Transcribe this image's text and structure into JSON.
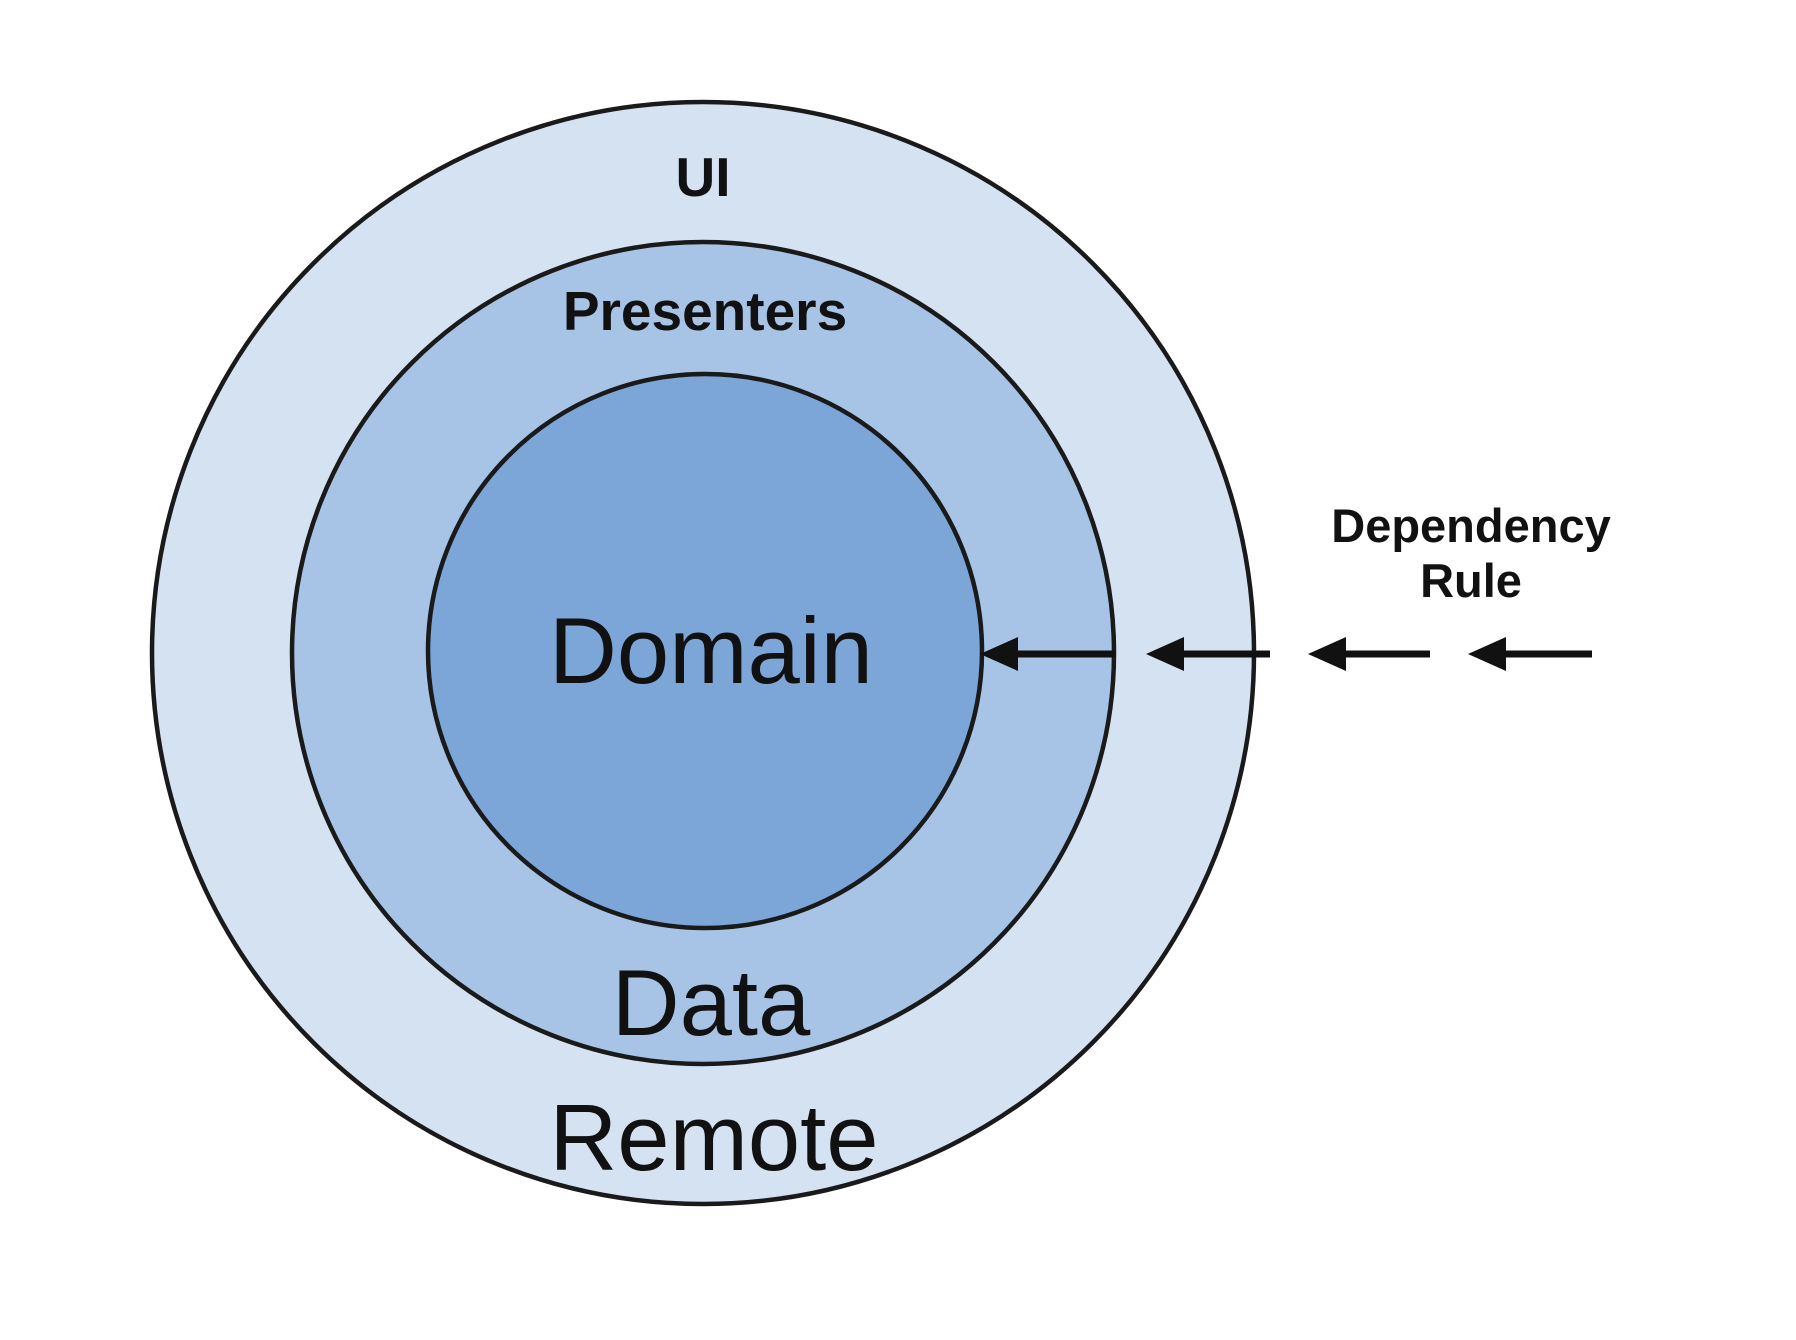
{
  "background_color": "#ffffff",
  "diagram": {
    "type": "concentric-rings",
    "outline_color": "#1a1a1a",
    "text_color": "#111111",
    "layers": {
      "outer": {
        "top_label": "UI",
        "bottom_label": "Remote",
        "fill": "#d5e2f2"
      },
      "middle": {
        "top_label": "Presenters",
        "bottom_label": "Data",
        "fill": "#a7c4e7"
      },
      "core": {
        "label": "Domain",
        "fill": "#7da6d8"
      }
    },
    "annotation": {
      "line1": "Dependency",
      "line2": "Rule"
    },
    "arrows": {
      "count": 4,
      "direction": "left",
      "color": "#111111"
    }
  }
}
